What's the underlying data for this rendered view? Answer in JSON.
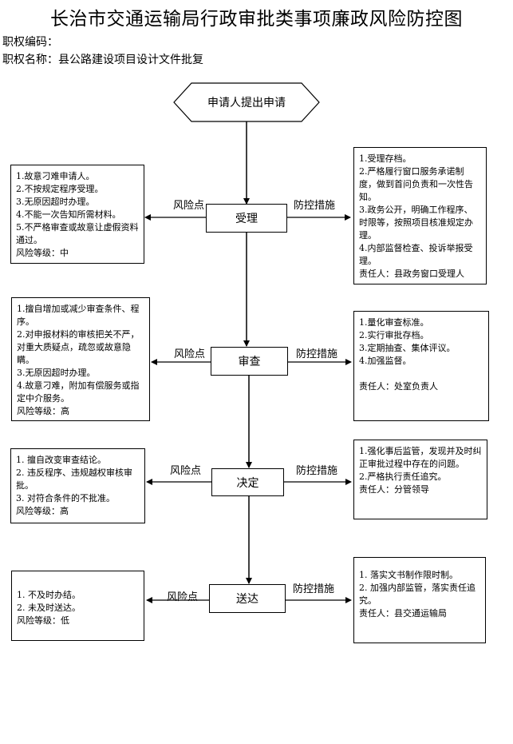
{
  "title": "长治市交通运输局行政审批类事项廉政风险防控图",
  "authority_code_label": "职权编码：",
  "authority_name_label": "职权名称：县公路建设项目设计文件批复",
  "start": "申请人提出申请",
  "risk_label": "风险点",
  "control_label": "防控措施",
  "steps": [
    {
      "name": "受理",
      "risks": [
        "1.故意刁难申请人。",
        "2.不按规定程序受理。",
        "3.无原因超时办理。",
        "4.不能一次告知所需材料。",
        "5.不严格审查或故意让虚假资料通过。",
        "风险等级：中"
      ],
      "controls": [
        "1.受理存档。",
        "2.严格履行窗口服务承诺制度，做到首问负责和一次性告知。",
        "3.政务公开，明确工作程序、时限等，按照项目核准规定办理。",
        "4.内部监督检查、投诉举报受理。",
        "责任人：县政务窗口受理人"
      ]
    },
    {
      "name": "审查",
      "risks": [
        "1.擅自增加或减少审查条件、程序。",
        "2.对申报材料的审核把关不严，对重大质疑点，疏忽或故意隐瞒。",
        "3.无原因超时办理。",
        "4.故意刁难，附加有偿服务或指定中介服务。",
        "风险等级：高"
      ],
      "controls": [
        "1.量化审查标准。",
        "2.实行审批存档。",
        "3.定期抽查、集体评议。",
        "4.加强监督。",
        "",
        "责任人：处室负责人"
      ]
    },
    {
      "name": "决定",
      "risks": [
        "1. 擅自改变审查结论。",
        "2. 违反程序、违规越权审核审批。",
        "3. 对符合条件的不批准。",
        "风险等级：高"
      ],
      "controls": [
        "1.强化事后监管，发现并及时纠正审批过程中存在的问题。",
        "2.严格执行责任追究。",
        "责任人：分管领导"
      ]
    },
    {
      "name": "送达",
      "risks": [
        "1. 不及时办结。",
        "2. 未及时送达。",
        "风险等级：低"
      ],
      "controls": [
        "1. 落实文书制作限时制。",
        "2. 加强内部监管，落实责任追究。",
        "责任人：县交通运输局"
      ]
    }
  ]
}
